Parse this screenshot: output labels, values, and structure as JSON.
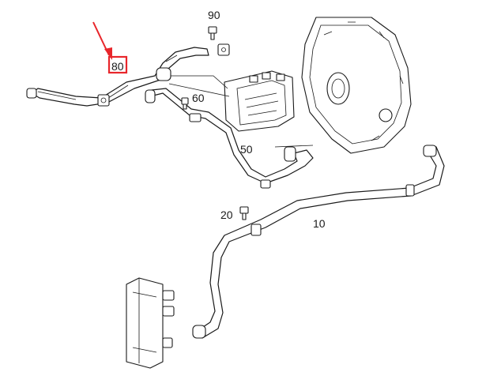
{
  "callouts": {
    "p90": "90",
    "p80": "80",
    "p60": "60",
    "p50": "50",
    "p20": "20",
    "p10": "10"
  },
  "highlight": {
    "label": "80",
    "color": "#e8262b"
  }
}
